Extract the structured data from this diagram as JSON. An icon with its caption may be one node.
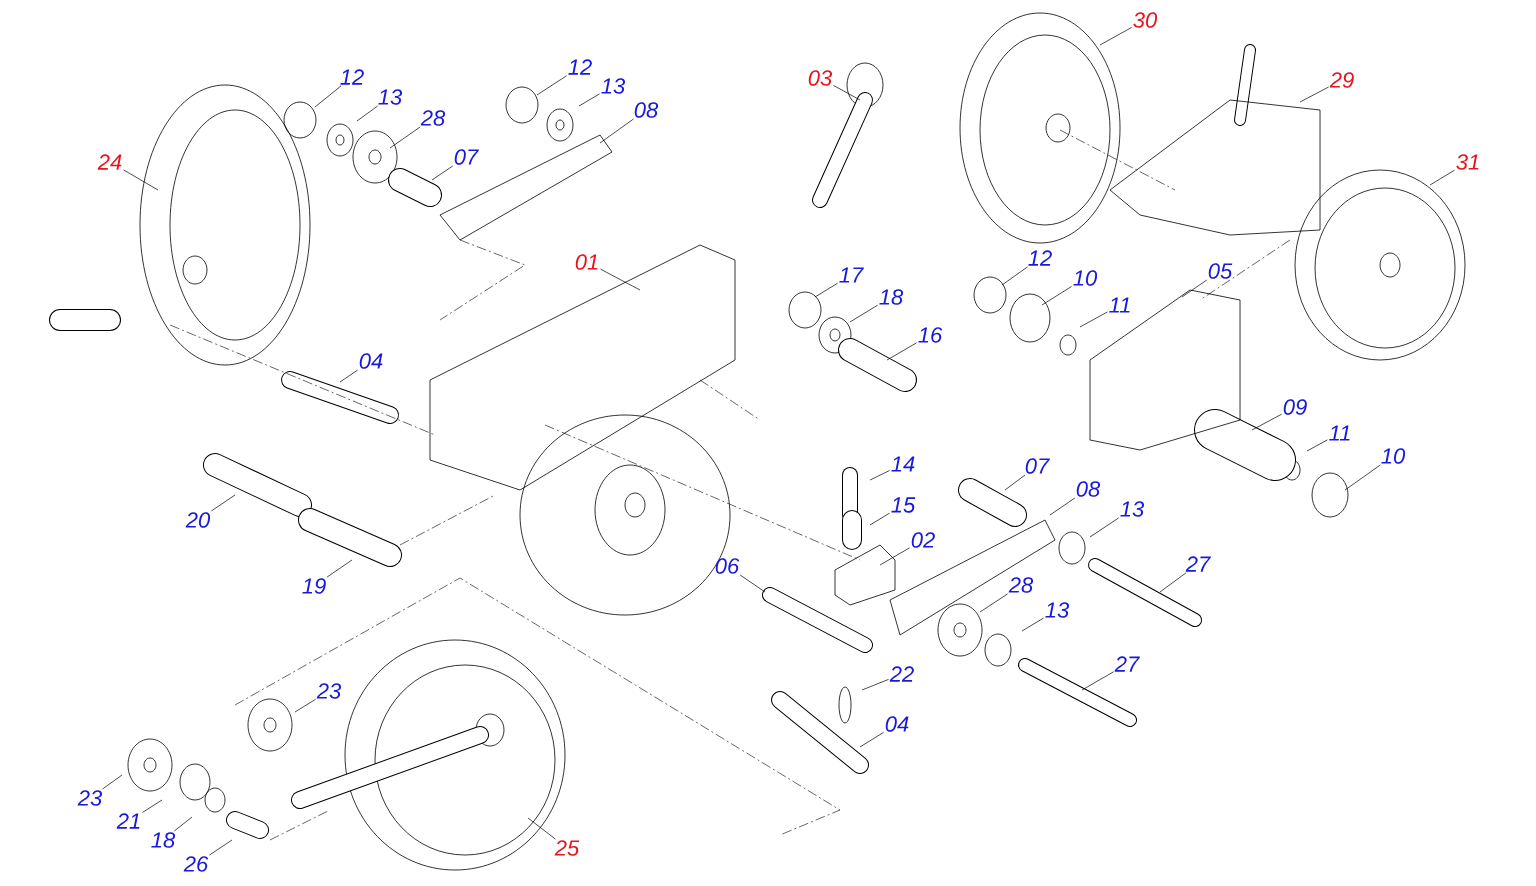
{
  "diagram": {
    "nodes": [
      {
        "text": [
          "30"
        ]
      },
      {
        "text": [
          "12"
        ]
      },
      {
        "text": [
          "03"
        ]
      },
      {
        "text": [
          "12"
        ]
      },
      {
        "text": [
          "29"
        ]
      },
      {
        "text": [
          "13"
        ]
      },
      {
        "text": [
          "13"
        ]
      },
      {
        "text": [
          "08"
        ]
      },
      {
        "text": [
          "28"
        ]
      },
      {
        "text": [
          "07"
        ]
      },
      {
        "text": [
          "24"
        ]
      },
      {
        "text": [
          "31"
        ]
      },
      {
        "text": [
          "12"
        ]
      },
      {
        "text": [
          "01"
        ]
      },
      {
        "text": [
          "05"
        ]
      },
      {
        "text": [
          "17"
        ]
      },
      {
        "text": [
          "10"
        ]
      },
      {
        "text": [
          "18"
        ]
      },
      {
        "text": [
          "11"
        ]
      },
      {
        "text": [
          "16"
        ]
      },
      {
        "text": [
          "04"
        ]
      },
      {
        "text": [
          "09"
        ]
      },
      {
        "text": [
          "11"
        ]
      },
      {
        "text": [
          "10"
        ]
      },
      {
        "text": [
          "14"
        ]
      },
      {
        "text": [
          "07"
        ]
      },
      {
        "text": [
          "08"
        ]
      },
      {
        "text": [
          "15"
        ]
      },
      {
        "text": [
          "13"
        ]
      },
      {
        "text": [
          "20"
        ]
      },
      {
        "text": [
          "02"
        ]
      },
      {
        "text": [
          "27"
        ]
      },
      {
        "text": [
          "06"
        ]
      },
      {
        "text": [
          "28"
        ]
      },
      {
        "text": [
          "19"
        ]
      },
      {
        "text": [
          "13"
        ]
      },
      {
        "text": [
          "27"
        ]
      },
      {
        "text": [
          "22"
        ]
      },
      {
        "text": [
          "23"
        ]
      },
      {
        "text": [
          "04"
        ]
      },
      {
        "text": [
          "23"
        ]
      },
      {
        "text": [
          "21"
        ]
      },
      {
        "text": [
          "18"
        ]
      },
      {
        "text": [
          "25"
        ]
      },
      {
        "text": [
          "26"
        ]
      }
    ],
    "edges": [
      {
        "from": 0,
        "to": null,
        "arrow": "none"
      },
      {
        "from": 1,
        "to": null,
        "arrow": "none"
      },
      {
        "from": 2,
        "to": null,
        "arrow": "none"
      },
      {
        "from": 3,
        "to": null,
        "arrow": "none"
      },
      {
        "from": 4,
        "to": null,
        "arrow": "none"
      },
      {
        "from": 5,
        "to": null,
        "arrow": "none"
      },
      {
        "from": 6,
        "to": null,
        "arrow": "none"
      },
      {
        "from": 7,
        "to": null,
        "arrow": "none"
      },
      {
        "from": 8,
        "to": null,
        "arrow": "none"
      },
      {
        "from": 9,
        "to": null,
        "arrow": "none"
      },
      {
        "from": 10,
        "to": null,
        "arrow": "none"
      },
      {
        "from": 11,
        "to": null,
        "arrow": "none"
      },
      {
        "from": 12,
        "to": null,
        "arrow": "none"
      },
      {
        "from": 13,
        "to": null,
        "arrow": "none"
      },
      {
        "from": 14,
        "to": null,
        "arrow": "none"
      },
      {
        "from": 15,
        "to": null,
        "arrow": "none"
      },
      {
        "from": 16,
        "to": null,
        "arrow": "none"
      },
      {
        "from": 17,
        "to": null,
        "arrow": "none"
      },
      {
        "from": 18,
        "to": null,
        "arrow": "none"
      },
      {
        "from": 19,
        "to": null,
        "arrow": "none"
      },
      {
        "from": 20,
        "to": null,
        "arrow": "none"
      },
      {
        "from": 21,
        "to": null,
        "arrow": "none"
      },
      {
        "from": 22,
        "to": null,
        "arrow": "none"
      },
      {
        "from": 23,
        "to": null,
        "arrow": "none"
      },
      {
        "from": 24,
        "to": null,
        "arrow": "none"
      },
      {
        "from": 25,
        "to": null,
        "arrow": "none"
      },
      {
        "from": 26,
        "to": null,
        "arrow": "none"
      },
      {
        "from": 27,
        "to": null,
        "arrow": "none"
      },
      {
        "from": 28,
        "to": null,
        "arrow": "none"
      },
      {
        "from": 29,
        "to": null,
        "arrow": "none"
      },
      {
        "from": 30,
        "to": null,
        "arrow": "none"
      },
      {
        "from": 31,
        "to": null,
        "arrow": "none"
      },
      {
        "from": 32,
        "to": null,
        "arrow": "none"
      },
      {
        "from": 33,
        "to": null,
        "arrow": "none"
      },
      {
        "from": 34,
        "to": null,
        "arrow": "none"
      },
      {
        "from": 35,
        "to": null,
        "arrow": "none"
      },
      {
        "from": 36,
        "to": null,
        "arrow": "none"
      },
      {
        "from": 37,
        "to": null,
        "arrow": "none"
      },
      {
        "from": 38,
        "to": null,
        "arrow": "none"
      },
      {
        "from": 39,
        "to": null,
        "arrow": "none"
      },
      {
        "from": 40,
        "to": null,
        "arrow": "none"
      },
      {
        "from": 41,
        "to": null,
        "arrow": "none"
      },
      {
        "from": 42,
        "to": null,
        "arrow": "none"
      },
      {
        "from": 43,
        "to": null,
        "arrow": "none"
      },
      {
        "from": 44,
        "to": null,
        "arrow": "none"
      }
    ]
  }
}
